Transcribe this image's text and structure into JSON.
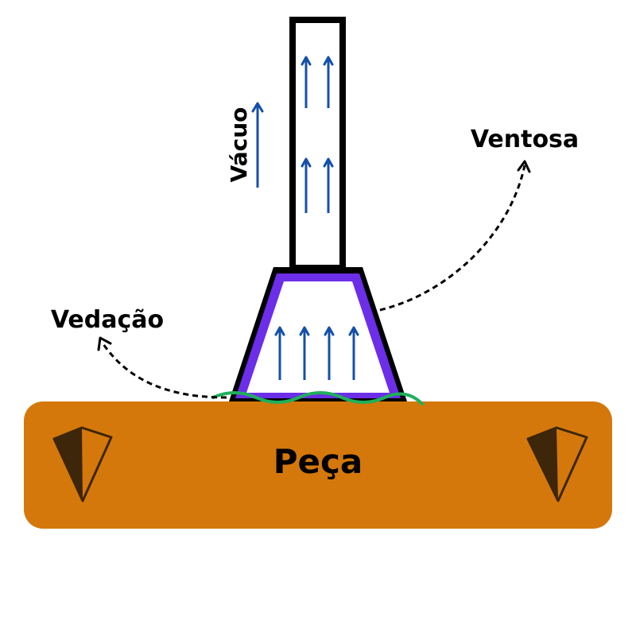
{
  "labels": {
    "vacuum": "Vácuo",
    "suction_cup": "Ventosa",
    "seal": "Vedação",
    "workpiece": "Peça"
  },
  "colors": {
    "workpiece_fill": "#d4780b",
    "cup_inner_border": "#6c2ee8",
    "seal_line": "#1fb05a",
    "flow_arrows": "#1450a8",
    "marker_dark": "#3d2609"
  },
  "icons": {
    "flow": "up-arrow-icon",
    "marker": "triangle-marker-icon"
  }
}
